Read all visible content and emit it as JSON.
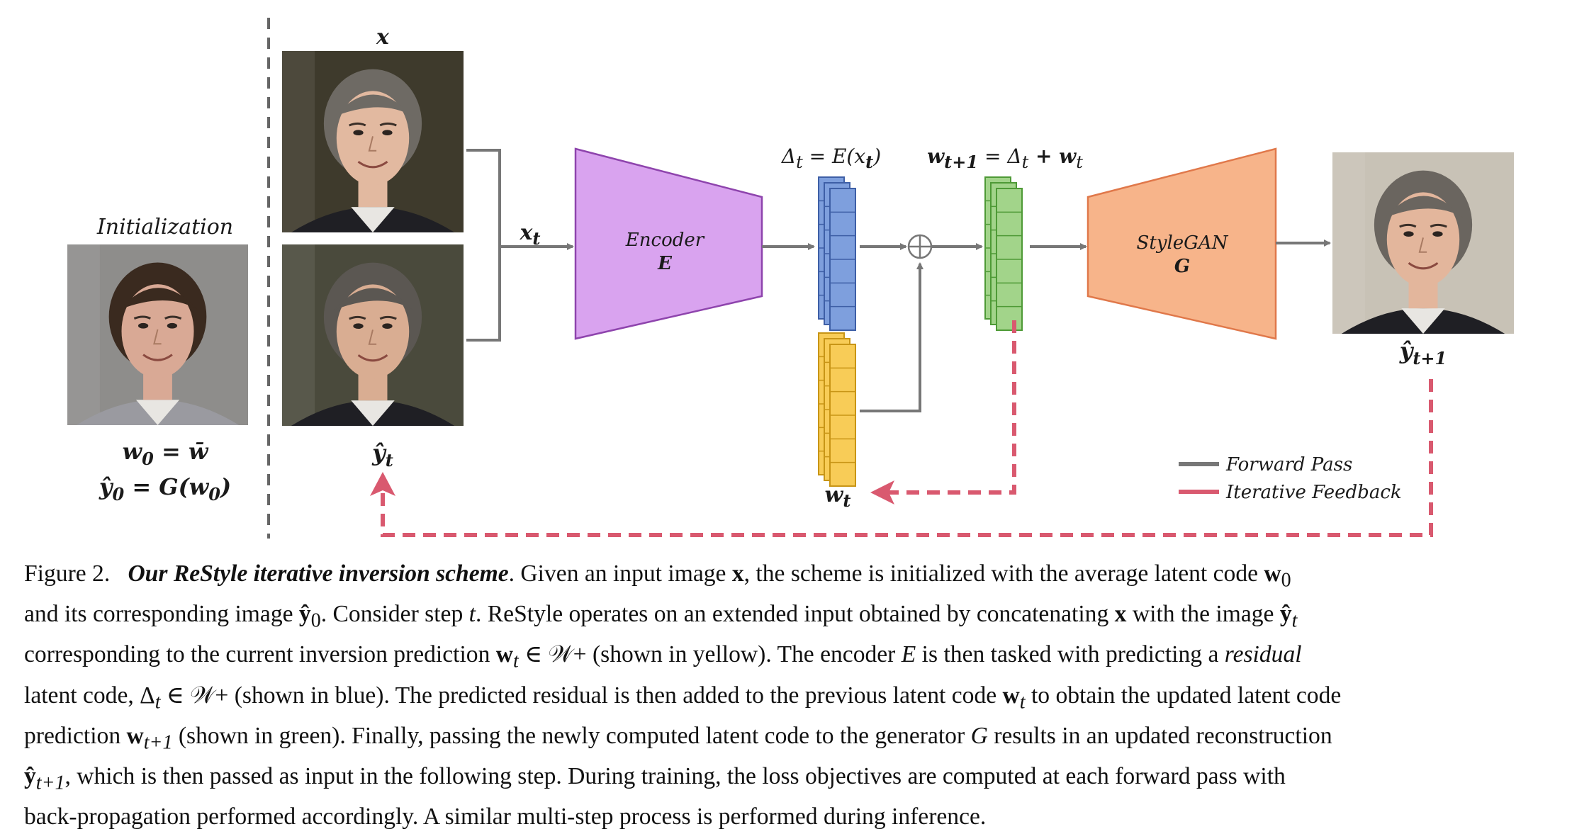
{
  "colors": {
    "forward": "#777777",
    "feedback": "#d9596f",
    "encoder_fill": "#d9a3ef",
    "encoder_stroke": "#8e44ad",
    "stylegan_fill": "#f7b48a",
    "stylegan_stroke": "#e0784a",
    "delta_fill": "#7e9fdd",
    "delta_stroke": "#3e5fa6",
    "wt_fill": "#f8cc57",
    "wt_stroke": "#c89516",
    "wnext_fill": "#a2d48a",
    "wnext_stroke": "#4e9a36"
  },
  "diagram": {
    "init_title": "Initialization",
    "init_eq1_lhs": "w",
    "init_eq1_sub": "0",
    "init_eq1_mid": " = ",
    "init_eq1_rhs": "w̄",
    "init_eq2_lhs": "ŷ",
    "init_eq2_sub": "0",
    "init_eq2_rhs": " = G(w",
    "init_eq2_rhs_sub": "0",
    "init_eq2_close": ")",
    "input_label": "x",
    "prediction_label": "ŷ",
    "prediction_sub": "t",
    "concat_label": "x",
    "concat_sub": "t",
    "encoder_name": "Encoder",
    "encoder_symbol": "E",
    "delta_eq_lhs": "Δ",
    "delta_eq_sub": "t",
    "delta_eq_rhs": " = E(x",
    "delta_eq_rhs_sub": "t",
    "delta_eq_close": ")",
    "wnext_eq_lhs": "w",
    "wnext_eq_sub": "t+1",
    "wnext_eq_mid": " = Δ",
    "wnext_eq_mid_sub": "t",
    "wnext_eq_plus": " + w",
    "wnext_eq_end_sub": "t",
    "wt_label": "w",
    "wt_sub": "t",
    "generator_name": "StyleGAN",
    "generator_symbol": "G",
    "output_label": "ŷ",
    "output_sub": "t+1",
    "legend": [
      {
        "label": "Forward Pass",
        "kind": "forward"
      },
      {
        "label": "Iterative Feedback",
        "kind": "feedback"
      }
    ],
    "images": [
      {
        "name": "average-face",
        "hair": "#3a2a1f",
        "skin": "#d9a995",
        "bg": "#8e8d8b",
        "shirt": "#9a9aa0"
      },
      {
        "name": "input-face",
        "hair": "#6e6a64",
        "skin": "#e2b9a0",
        "bg": "#3e3a2c",
        "shirt": "#1f1f24"
      },
      {
        "name": "prediction-face",
        "hair": "#5b5752",
        "skin": "#d9ad92",
        "bg": "#4a4a3c",
        "shirt": "#1f1f24"
      },
      {
        "name": "output-face",
        "hair": "#6a655f",
        "skin": "#e3b69c",
        "bg": "#c8c2b6",
        "shirt": "#1f1f24"
      }
    ]
  },
  "caption": {
    "line1_prefix": "Figure 2.",
    "line1_title": "Our ReStyle iterative inversion scheme",
    "line1_a": ". Given an input image ",
    "line1_x": "x",
    "line1_b": ", the scheme is initialized with the average latent code ",
    "line1_w": "w",
    "line1_w_sub": "0",
    "line2_a": "and its corresponding image ",
    "line2_y": "ŷ",
    "line2_y_sub": "0",
    "line2_b": ". Consider step ",
    "line2_t": "t",
    "line2_c": ". ReStyle operates on an extended input obtained by concatenating ",
    "line2_x": "x",
    "line2_d": " with the image ",
    "line2_y2": "ŷ",
    "line2_y2_sub": "t",
    "line3_a": "corresponding to the current inversion prediction ",
    "line3_w": "w",
    "line3_w_sub": "t",
    "line3_b": " ∈ 𝒲+ (shown in yellow). The encoder ",
    "line3_E": "E",
    "line3_c": " is then tasked with predicting a ",
    "line3_residual": "residual",
    "line4_a": "latent code, Δ",
    "line4_a_sub": "t",
    "line4_b": " ∈ 𝒲+ (shown in blue). The predicted residual is then added to the previous latent code ",
    "line4_w": "w",
    "line4_w_sub": "t",
    "line4_c": " to obtain the updated latent code",
    "line5_a": "prediction ",
    "line5_w": "w",
    "line5_w_sub": "t+1",
    "line5_b": " (shown in green). Finally, passing the newly computed latent code to the generator ",
    "line5_G": "G",
    "line5_c": " results in an updated reconstruction",
    "line6_y": "ŷ",
    "line6_y_sub": "t+1",
    "line6_a": ", which is then passed as input in the following step. During training, the loss objectives are computed at each forward pass with",
    "line7": "back-propagation performed accordingly. A similar multi-step process is performed during inference."
  }
}
